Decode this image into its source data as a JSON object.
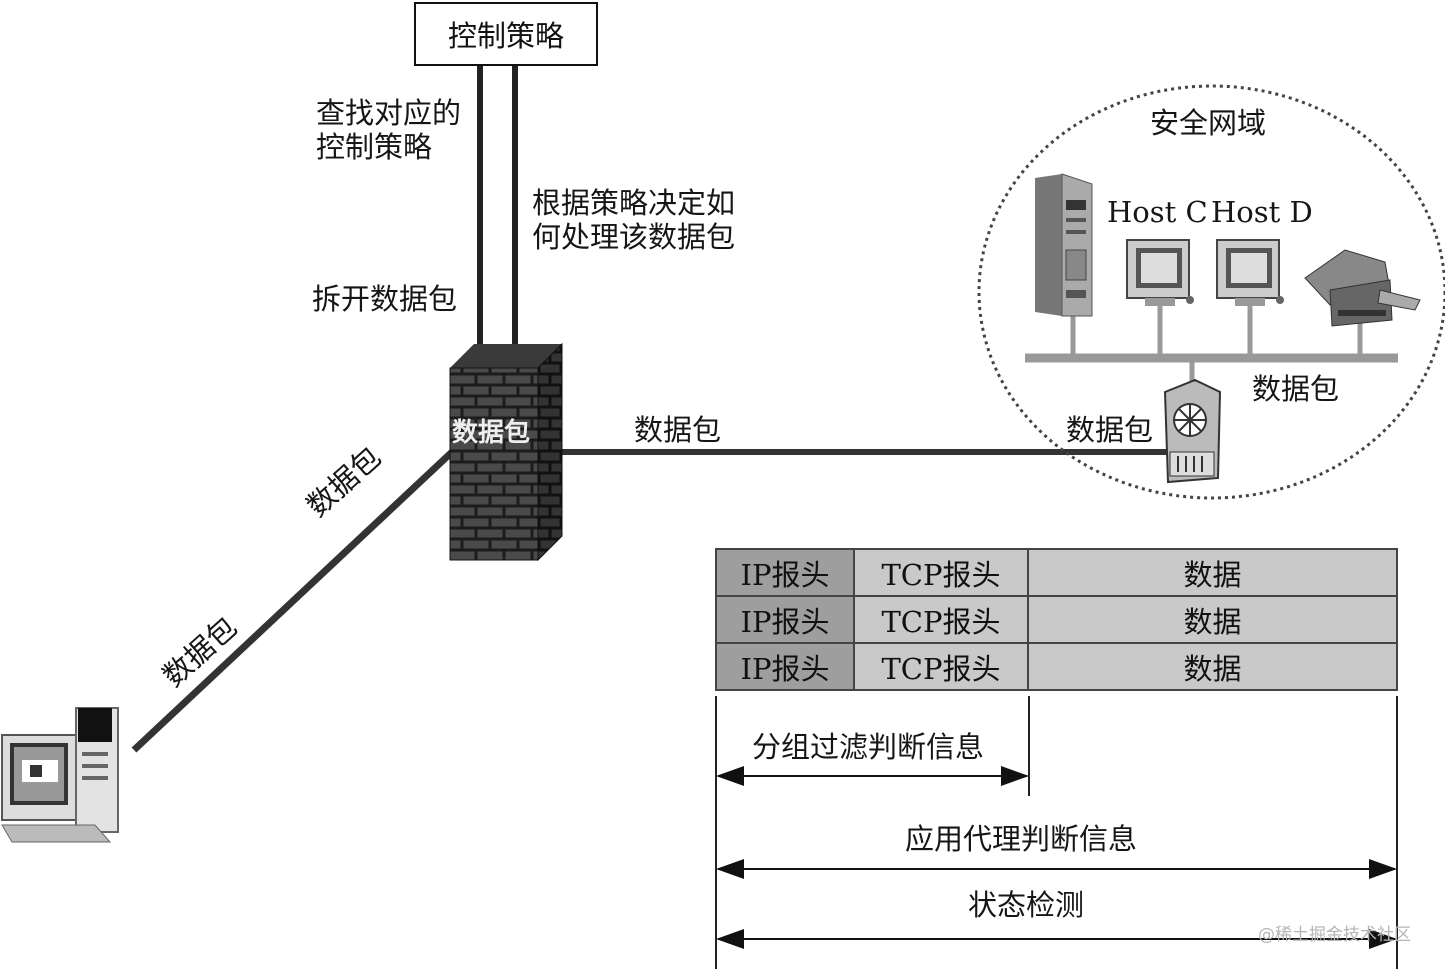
{
  "policy_box": {
    "label": "控制策略"
  },
  "labels": {
    "find_policy_1": "查找对应的",
    "find_policy_2": "控制策略",
    "decide_1": "根据策略决定如",
    "decide_2": "何处理该数据包",
    "unpack": "拆开数据包",
    "firewall_text": "数据包",
    "packet_middle": "数据包",
    "packet_near_router": "数据包",
    "packet_inner": "数据包",
    "packet_diag_upper": "数据包",
    "packet_diag_lower": "数据包"
  },
  "secure_zone": {
    "title": "安全网域",
    "host_c": "Host C",
    "host_d": "Host D"
  },
  "packet_table": {
    "rows": [
      {
        "ip": "IP报头",
        "tcp": "TCP报头",
        "data": "数据"
      },
      {
        "ip": "IP报头",
        "tcp": "TCP报头",
        "data": "数据"
      },
      {
        "ip": "IP报头",
        "tcp": "TCP报头",
        "data": "数据"
      }
    ]
  },
  "ranges": {
    "packet_filter": "分组过滤判断信息",
    "app_proxy": "应用代理判断信息",
    "stateful": "状态检测"
  },
  "watermark": "@稀土掘金技术社区"
}
